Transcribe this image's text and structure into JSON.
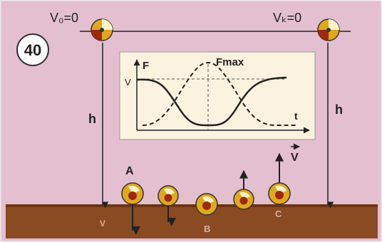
{
  "figure_number": "40",
  "labels": {
    "v0": "V₀=0",
    "vk": "Vₖ=0",
    "h_left": "h",
    "h_right": "h",
    "point_a": "A",
    "point_b": "B",
    "point_c": "C",
    "v_bottom_left": "V",
    "v_right": "V"
  },
  "graph": {
    "axis_y": "F",
    "axis_x": "t",
    "level_v": "V",
    "fmax": "Fmax"
  },
  "colors": {
    "background": "#e3bfd0",
    "ground": "#8a4a22",
    "panel": "#fbf3df",
    "ball": "#e0a81e",
    "ball_mark": "#9a2a12"
  }
}
